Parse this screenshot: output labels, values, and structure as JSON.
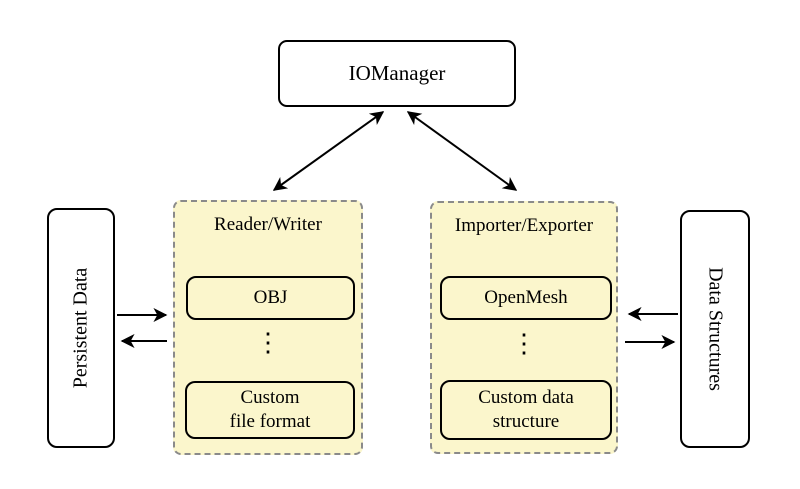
{
  "nodes": {
    "iomanager": {
      "label": "IOManager"
    },
    "persistent_data": {
      "label": "Persistent Data"
    },
    "data_structures": {
      "label": "Data Structures"
    },
    "reader_writer": {
      "title": "Reader/Writer",
      "items": {
        "obj": {
          "label": "OBJ"
        },
        "ellipsis": {
          "label": "⋮"
        },
        "custom": {
          "line1": "Custom",
          "line2": "file format"
        }
      }
    },
    "importer_exporter": {
      "title": "Importer/Exporter",
      "items": {
        "openmesh": {
          "label": "OpenMesh"
        },
        "ellipsis": {
          "label": "⋮"
        },
        "custom": {
          "line1": "Custom data",
          "line2": "structure"
        }
      }
    }
  },
  "colors": {
    "background": "#ffffff",
    "panel_fill": "#fbf6cc",
    "panel_border": "#8a8a8a",
    "node_border": "#000000",
    "node_fill": "#ffffff",
    "arrow": "#000000"
  }
}
